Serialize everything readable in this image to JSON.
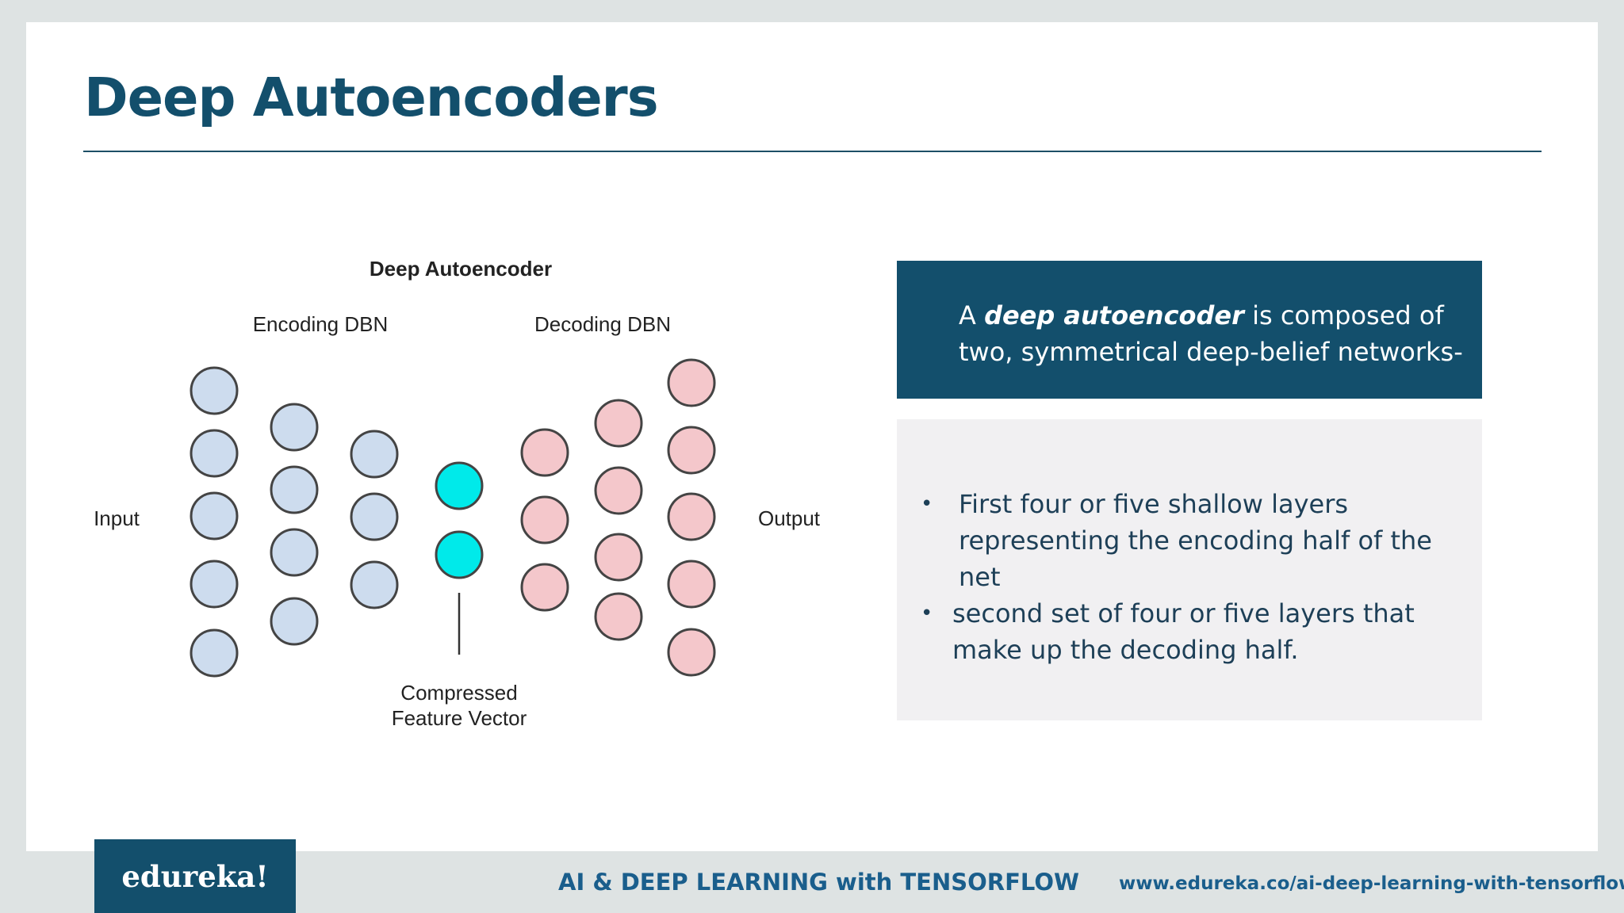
{
  "slide": {
    "title": "Deep Autoencoders"
  },
  "diagram": {
    "heading": "Deep Autoencoder",
    "encoding_label": "Encoding DBN",
    "decoding_label": "Decoding DBN",
    "input_label": "Input",
    "output_label": "Output",
    "compressed_line1": "Compressed",
    "compressed_line2": "Feature Vector",
    "layer_node_counts": [
      5,
      4,
      3,
      2,
      3,
      4,
      5
    ],
    "colors": {
      "encoder": "#cddcee",
      "code": "#00eaea",
      "decoder": "#f4c7cb",
      "stroke": "#444444"
    }
  },
  "definition": {
    "prefix": "A ",
    "emphasis": "deep autoencoder",
    "suffix": " is composed of two, symmetrical deep-belief networks-"
  },
  "bullets": [
    "First four or five shallow layers representing the encoding half of the net",
    "second set of four or five layers that make up the decoding half."
  ],
  "bullet_symbol": "•",
  "footer": {
    "logo": "edureka!",
    "course": "AI & DEEP LEARNING with TENSORFLOW",
    "url": "www.edureka.co/ai-deep-learning-with-tensorflow"
  },
  "theme": {
    "primary": "#134f6c",
    "accent_text": "#1a5e8c",
    "panel": "#f1f0f2"
  }
}
